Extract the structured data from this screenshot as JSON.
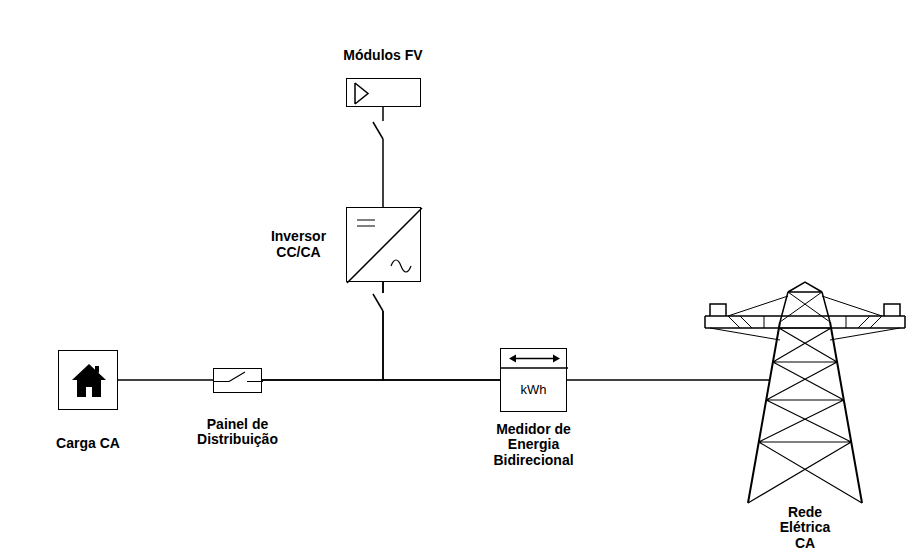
{
  "diagram": {
    "nodes": [
      {
        "text": [
          "Módulos FV"
        ]
      },
      {
        "text": [
          "Inversor CC/CA"
        ]
      },
      {
        "text": [
          "Carga CA"
        ]
      },
      {
        "text": [
          "Painel de Distribuição"
        ]
      },
      {
        "text": [
          "kWh",
          "Medidor de Energia Bidirecional"
        ]
      },
      {
        "text": [
          "Rede Elétrica CA"
        ]
      }
    ],
    "edges": [
      {
        "from": 0,
        "to": 1,
        "arrow": "none"
      },
      {
        "from": 1,
        "to": 3,
        "arrow": "none"
      },
      {
        "from": 1,
        "to": 4,
        "arrow": "none"
      },
      {
        "from": 2,
        "to": 3,
        "arrow": "none"
      },
      {
        "from": 3,
        "to": 4,
        "arrow": "none"
      },
      {
        "from": 4,
        "to": 5,
        "arrow": "none"
      }
    ]
  }
}
